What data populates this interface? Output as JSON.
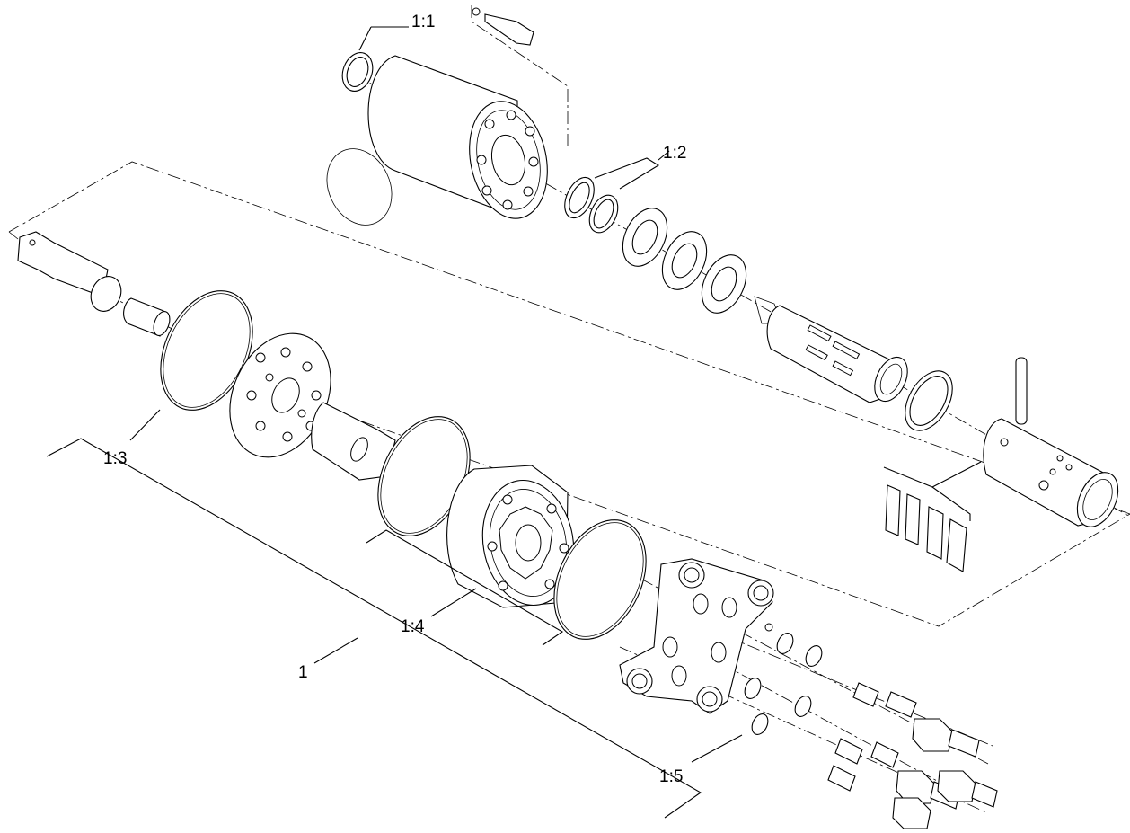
{
  "diagram": {
    "labels": {
      "group_1": "1",
      "sub_1_1": "1:1",
      "sub_1_2": "1:2",
      "sub_1_3": "1:3",
      "sub_1_4": "1:4",
      "sub_1_5": "1:5"
    }
  }
}
